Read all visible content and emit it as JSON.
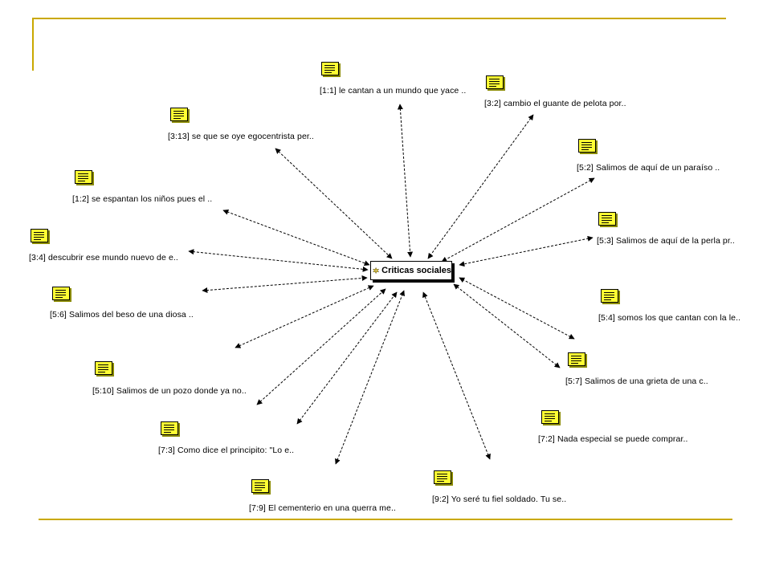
{
  "colors": {
    "frame": "#c9a800",
    "note_fill": "#ffff33",
    "hub_icon": "#ffd700"
  },
  "hub": {
    "label": "Criticas sociales",
    "icon": "star-burst-icon"
  },
  "nodes": [
    {
      "id": "1-1",
      "label": "[1:1] le cantan a un mundo que yace .."
    },
    {
      "id": "3-2",
      "label": "[3:2] cambio el guante de pelota por.."
    },
    {
      "id": "3-13",
      "label": "[3:13] se que se oye egocentrista per.."
    },
    {
      "id": "5-2",
      "label": "[5:2] Salimos de aquí de un paraíso .."
    },
    {
      "id": "1-2",
      "label": "[1:2] se espantan los niños pues el .."
    },
    {
      "id": "5-3",
      "label": "[5:3] Salimos de aquí de la perla pr.."
    },
    {
      "id": "3-4",
      "label": "[3:4] descubrir ese mundo nuevo de e.."
    },
    {
      "id": "5-6",
      "label": "[5:6] Salimos del beso de una diosa .."
    },
    {
      "id": "5-4",
      "label": "[5:4] somos los que cantan con la le.."
    },
    {
      "id": "5-10",
      "label": "[5:10] Salimos de un pozo donde ya no.."
    },
    {
      "id": "5-7",
      "label": "[5:7] Salimos de una grieta de una c.."
    },
    {
      "id": "7-3",
      "label": "[7:3] Como dice el principito: \"Lo e.."
    },
    {
      "id": "7-2",
      "label": "[7:2] Nada especial se puede comprar.."
    },
    {
      "id": "9-2",
      "label": "[9:2] Yo seré tu fiel soldado. Tu se.."
    },
    {
      "id": "7-9",
      "label": "[7:9] El cementerio en una querra me.."
    }
  ]
}
